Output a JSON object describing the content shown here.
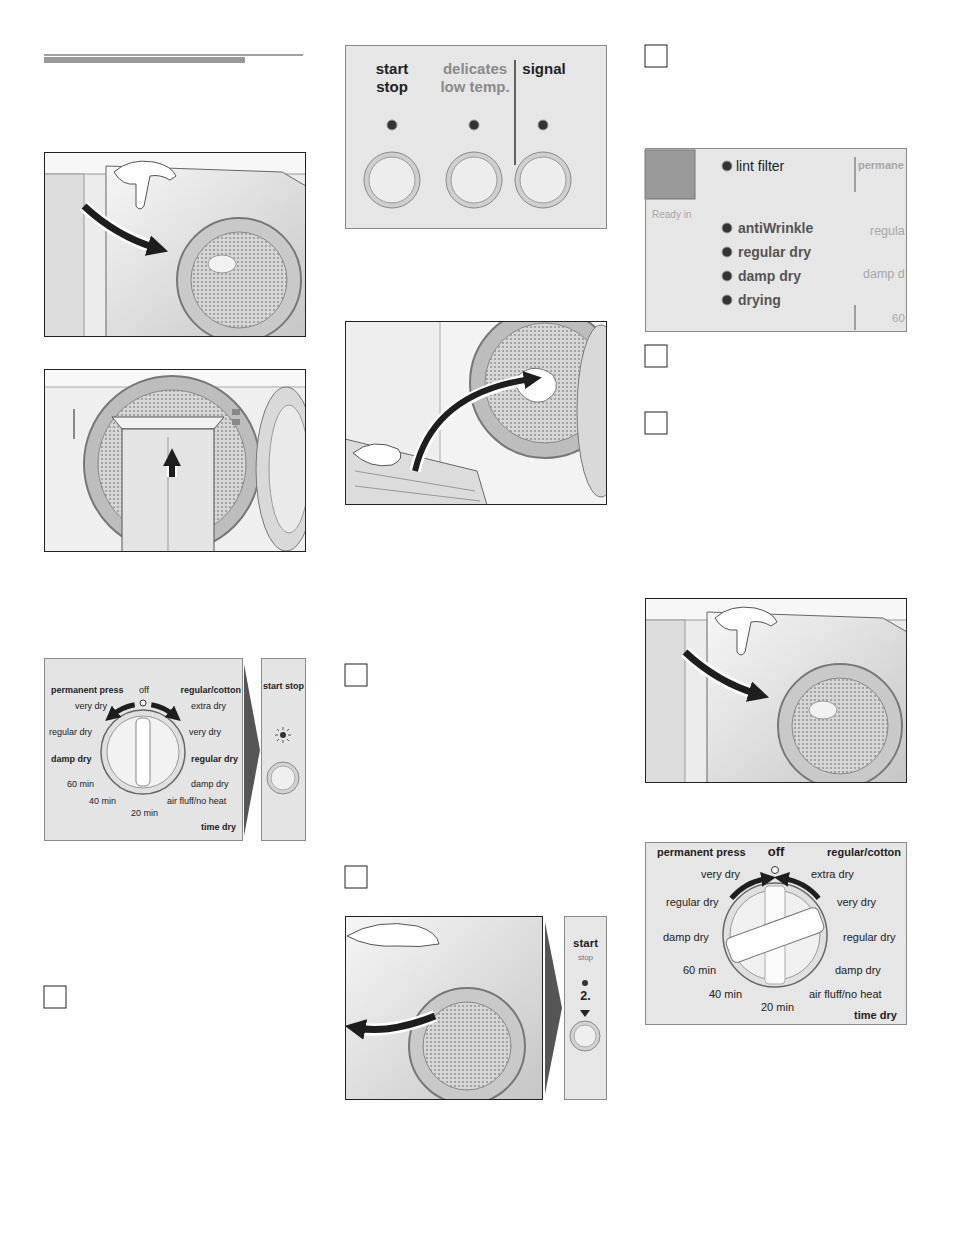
{
  "diagram": {
    "nodes": [
      {
        "text": [
          "permanent press",
          "off",
          "regular/cotton",
          "very dry",
          "regular dry",
          "damp dry",
          "extra dry",
          "very dry",
          "regular dry",
          "60 min",
          "40 min",
          "20 min",
          "damp dry",
          "air fluff/no heat",
          "time dry"
        ]
      },
      {
        "text": [
          "start stop"
        ]
      },
      {
        "text": [
          "start stop",
          "delicates low temp.",
          "signal"
        ]
      },
      {
        "text": [
          "start",
          "stop",
          "2."
        ]
      },
      {
        "text": [
          "lint filter",
          "Ready in",
          "antiWrinkle",
          "regular dry",
          "damp dry",
          "drying",
          "permane",
          "regula",
          "damp d",
          "60"
        ]
      },
      {
        "text": [
          "permanent press",
          "off",
          "regular/cotton",
          "very dry",
          "extra dry",
          "regular dry",
          "very dry",
          "damp dry",
          "regular dry",
          "60 min",
          "40 min",
          "20 min",
          "damp dry",
          "air fluff/no heat",
          "time dry"
        ]
      }
    ]
  }
}
